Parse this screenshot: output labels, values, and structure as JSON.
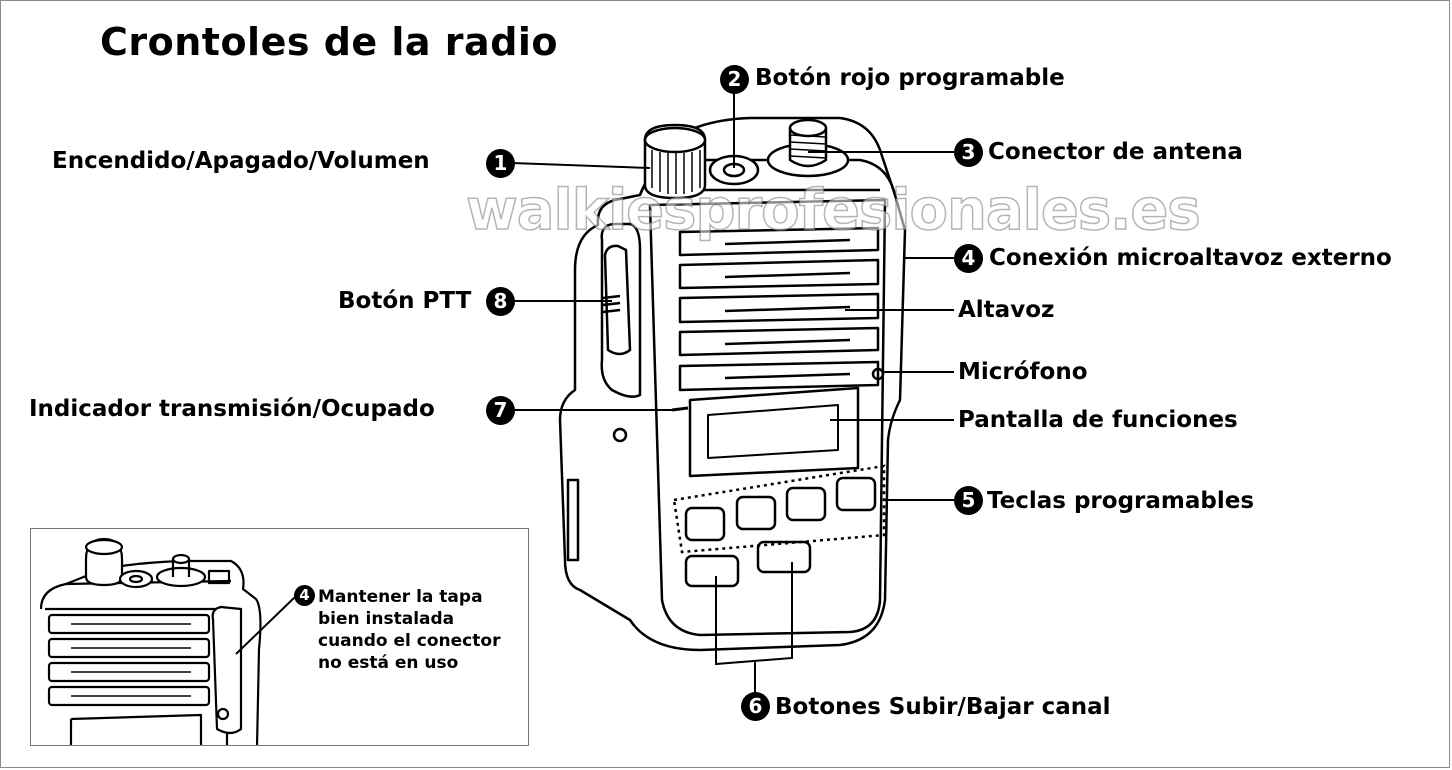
{
  "title": "Crontoles de la radio",
  "watermark": "walkiesprofesionales.es",
  "callouts": {
    "c1": {
      "number": "1",
      "label": "Encendido/Apagado/Volumen"
    },
    "c2": {
      "number": "2",
      "label": "Botón rojo programable"
    },
    "c3": {
      "number": "3",
      "label": "Conector de antena"
    },
    "c4": {
      "number": "4",
      "label": "Conexión microaltavoz externo"
    },
    "c5": {
      "number": "5",
      "label": "Teclas programables"
    },
    "c6": {
      "number": "6",
      "label": "Botones Subir/Bajar canal"
    },
    "c7": {
      "number": "7",
      "label": "Indicador transmisión/Ocupado"
    },
    "c8": {
      "number": "8",
      "label": "Botón PTT"
    },
    "altavoz": {
      "label": "Altavoz"
    },
    "microfono": {
      "label": "Micrófono"
    },
    "pantalla": {
      "label": "Pantalla de funciones"
    }
  },
  "inset": {
    "number": "4",
    "lines": [
      "Mantener la tapa",
      "bien instalada",
      "cuando el conector",
      "no está en uso"
    ]
  }
}
